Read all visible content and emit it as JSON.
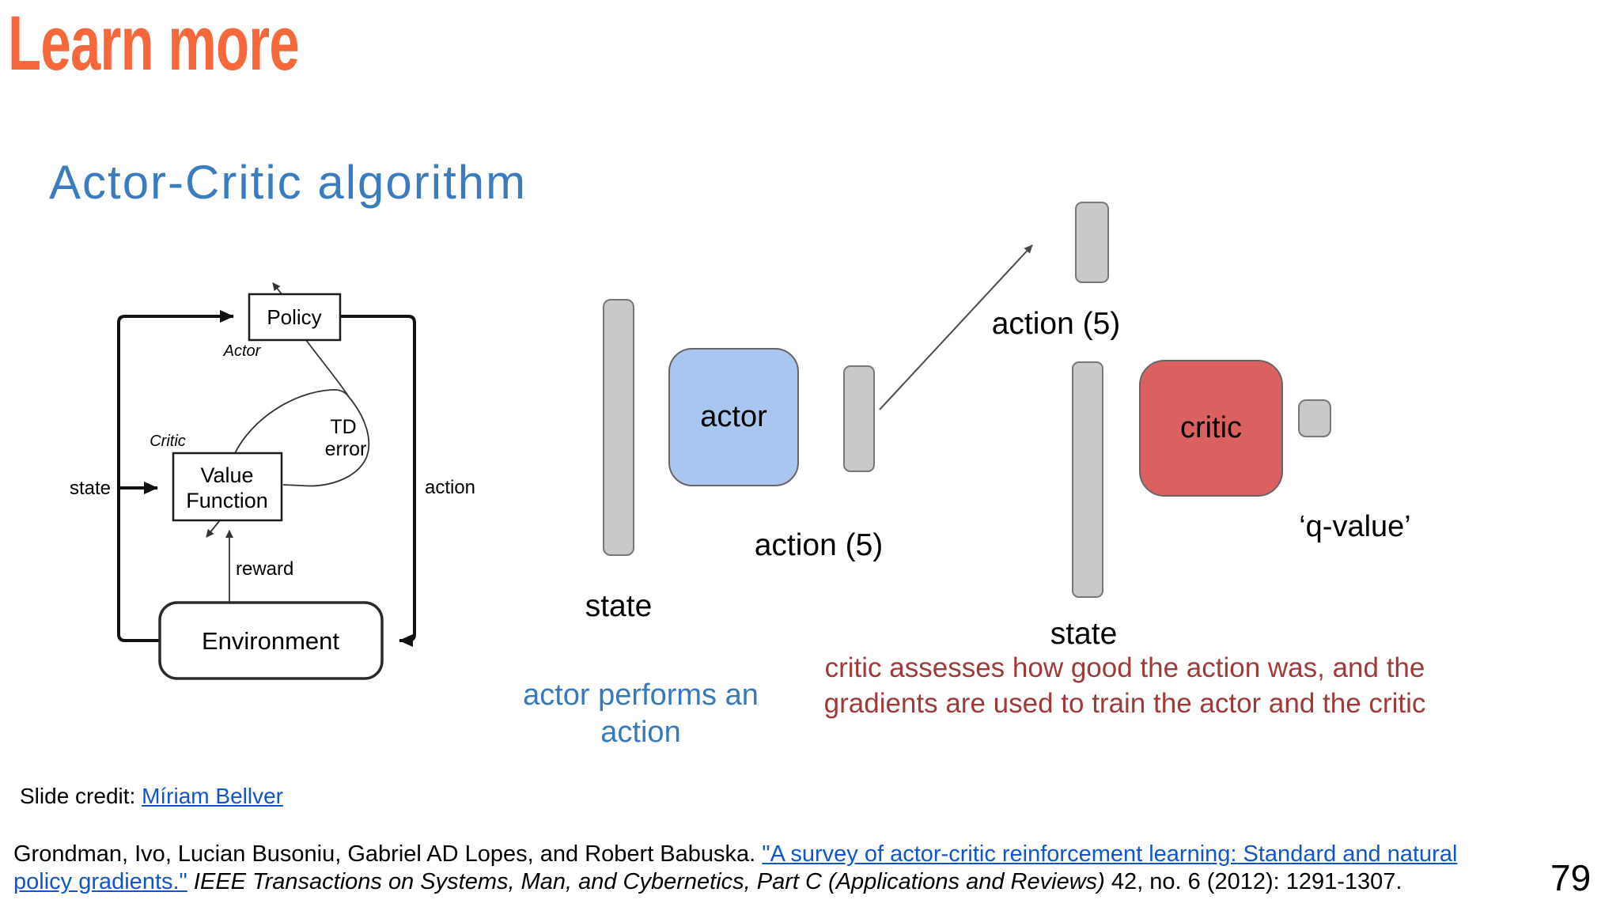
{
  "slide": {
    "title": "Learn more",
    "subtitle": "Actor-Critic algorithm",
    "page_number": "79",
    "colors": {
      "title_orange": "#F4683C",
      "heading_blue": "#3A7CBF",
      "caption_blue": "#3879BE",
      "caption_red": "#9E3A3A",
      "link_blue": "#1155CC",
      "actor_fill": "#A9C6F0",
      "critic_fill": "#DB6060",
      "bar_fill": "#C9C9C9",
      "bar_border": "#777777"
    }
  },
  "classic_diagram": {
    "policy_label": "Policy",
    "actor_label": "Actor",
    "critic_label": "Critic",
    "value_function_line1": "Value",
    "value_function_line2": "Function",
    "td_error_line1": "TD",
    "td_error_line2": "error",
    "environment_label": "Environment",
    "state_label": "state",
    "action_label": "action",
    "reward_label": "reward"
  },
  "network_diagram": {
    "state_input_label": "state",
    "actor_box_label": "actor",
    "action_output_label": "action (5)",
    "action_sampled_label": "action (5)",
    "critic_state_label": "state",
    "critic_box_label": "critic",
    "q_value_label": "‘q-value’",
    "actor_caption": "actor performs an action",
    "critic_caption_line1": "critic assesses how good the action was, and the",
    "critic_caption_line2": "gradients are used to train the actor and the critic"
  },
  "footer": {
    "credit_prefix": "Slide credit: ",
    "credit_link": "Míriam Bellver",
    "citation_authors": "Grondman, Ivo, Lucian Busoniu, Gabriel AD Lopes, and Robert Babuska. ",
    "citation_link_line1": "\"A survey of actor-critic reinforcement learning: Standard and natural",
    "citation_link_line2": "policy gradients.\"",
    "citation_journal": " IEEE Transactions on Systems, Man, and Cybernetics, Part C (Applications and Reviews)",
    "citation_tail": " 42, no. 6 (2012): 1291-1307."
  }
}
